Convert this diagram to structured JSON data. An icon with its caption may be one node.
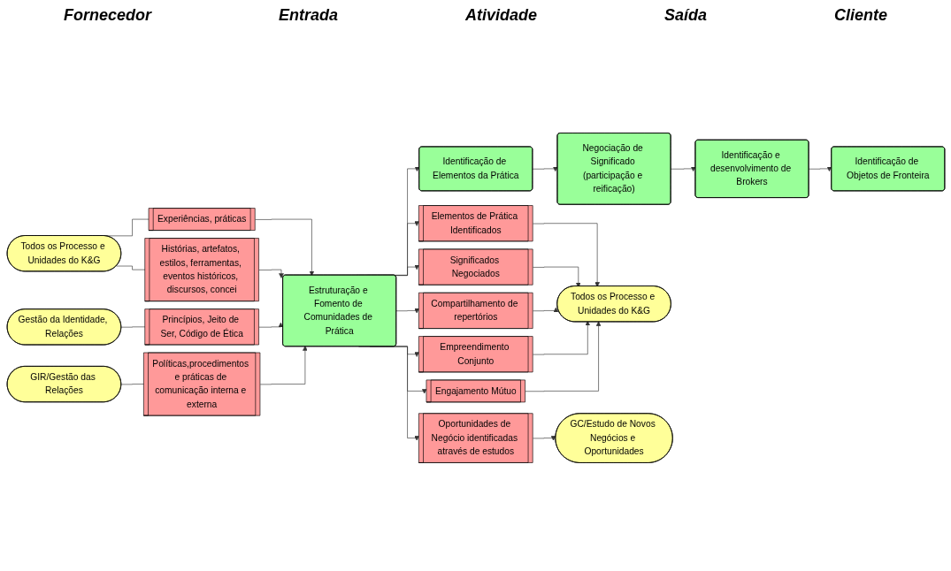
{
  "diagram": {
    "nodes": [
      {
        "text": [
          "Todos os Processo e Unidades do K&G"
        ]
      },
      {
        "text": [
          "Gestão da Identidade, Relações"
        ]
      },
      {
        "text": [
          "GIR/Gestão das Relações"
        ]
      },
      {
        "text": [
          "Experiências, práticas"
        ]
      },
      {
        "text": [
          "Histórias, artefatos, estilos, ferramentas, eventos históricos, discursos, concei"
        ]
      },
      {
        "text": [
          "Princípios, Jeito de Ser, Código de Ética"
        ]
      },
      {
        "text": [
          "Políticas,procedimentos e práticas de comunicação interna e externa"
        ]
      },
      {
        "text": [
          "Estruturação e Fomento de Comunidades de Prática"
        ]
      },
      {
        "text": [
          "Identificação de Elementos da Prática"
        ]
      },
      {
        "text": [
          "Negociação de Significado (participação e reificação)"
        ]
      },
      {
        "text": [
          "Identificação e desenvolvimento de Brokers"
        ]
      },
      {
        "text": [
          "Identificação de Objetos de Fronteira"
        ]
      },
      {
        "text": [
          "Elementos de Prática Identificados"
        ]
      },
      {
        "text": [
          "Significados Negociados"
        ]
      },
      {
        "text": [
          "Compartilhamento de repertórios"
        ]
      },
      {
        "text": [
          "Empreendimento Conjunto"
        ]
      },
      {
        "text": [
          "Engajamento Mútuo"
        ]
      },
      {
        "text": [
          "Oportunidades de Negócio identificadas através de estudos"
        ]
      },
      {
        "text": [
          "Todos os Processo e Unidades do K&G"
        ]
      },
      {
        "text": [
          "GC/Estudo de Novos Negócios e Oportunidades"
        ]
      }
    ],
    "edges": [
      {
        "from": 0,
        "to": 3,
        "arrow": "none"
      },
      {
        "from": 0,
        "to": 4,
        "arrow": "none"
      },
      {
        "from": 1,
        "to": 5,
        "arrow": "none"
      },
      {
        "from": 2,
        "to": 6,
        "arrow": "none"
      },
      {
        "from": 3,
        "to": 7,
        "arrow": "to"
      },
      {
        "from": 4,
        "to": 7,
        "arrow": "to"
      },
      {
        "from": 5,
        "to": 7,
        "arrow": "to"
      },
      {
        "from": 6,
        "to": 7,
        "arrow": "to"
      },
      {
        "from": 7,
        "to": 8,
        "arrow": "to"
      },
      {
        "from": 8,
        "to": 9,
        "arrow": "to"
      },
      {
        "from": 9,
        "to": 10,
        "arrow": "to"
      },
      {
        "from": 10,
        "to": 11,
        "arrow": "to"
      },
      {
        "from": 7,
        "to": 12,
        "arrow": "to"
      },
      {
        "from": 7,
        "to": 13,
        "arrow": "to"
      },
      {
        "from": 7,
        "to": 14,
        "arrow": "to"
      },
      {
        "from": 7,
        "to": 15,
        "arrow": "to"
      },
      {
        "from": 7,
        "to": 16,
        "arrow": "to"
      },
      {
        "from": 7,
        "to": 17,
        "arrow": "to"
      },
      {
        "from": 12,
        "to": 18,
        "arrow": "to"
      },
      {
        "from": 13,
        "to": 18,
        "arrow": "to"
      },
      {
        "from": 14,
        "to": 18,
        "arrow": "to"
      },
      {
        "from": 15,
        "to": 18,
        "arrow": "to"
      },
      {
        "from": 16,
        "to": 18,
        "arrow": "to"
      },
      {
        "from": 17,
        "to": 19,
        "arrow": "to"
      }
    ],
    "labels": [
      "Fornecedor",
      "Entrada",
      "Atividade",
      "Saída",
      "Cliente"
    ]
  }
}
